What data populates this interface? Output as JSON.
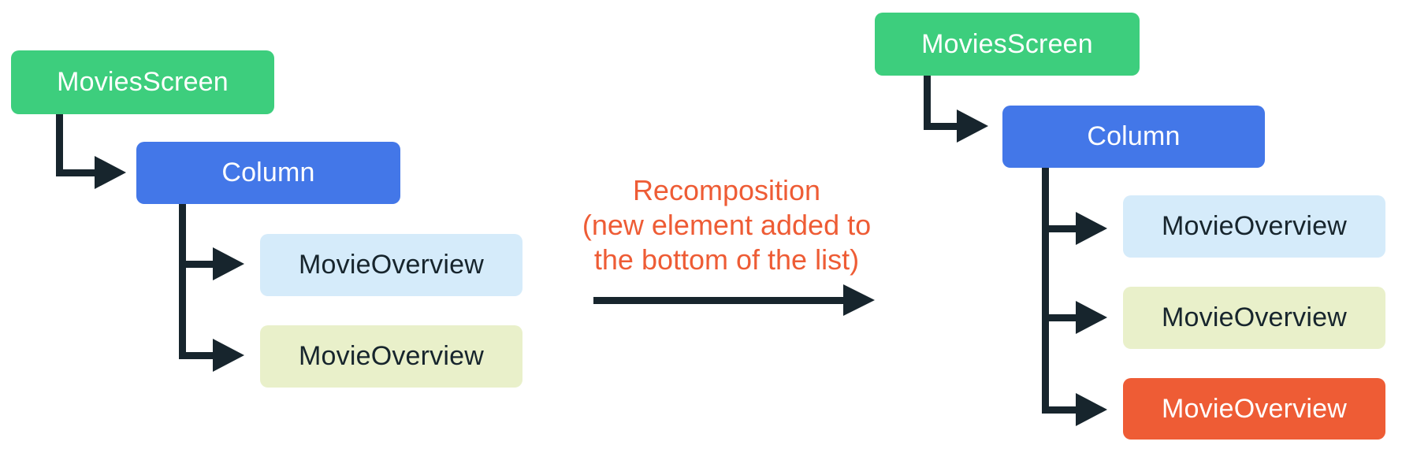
{
  "trees": {
    "left": {
      "root": {
        "label": "MoviesScreen"
      },
      "container": {
        "label": "Column"
      },
      "children": [
        {
          "label": "MovieOverview"
        },
        {
          "label": "MovieOverview"
        }
      ]
    },
    "right": {
      "root": {
        "label": "MoviesScreen"
      },
      "container": {
        "label": "Column"
      },
      "children": [
        {
          "label": "MovieOverview"
        },
        {
          "label": "MovieOverview"
        },
        {
          "label": "MovieOverview"
        }
      ]
    }
  },
  "transition": {
    "lines": [
      "Recomposition",
      "(new element added to",
      "the bottom of the list)"
    ]
  },
  "colors": {
    "root_green": "#3DCE7D",
    "container_blue": "#4377E8",
    "child_light_blue": "#D5EBFA",
    "child_light_lime": "#E9F0CA",
    "child_new_orange": "#EE5C35",
    "connector_dark_navy": "#17252D",
    "transition_text_orange": "#EE5C35",
    "background": "#FFFFFF"
  }
}
